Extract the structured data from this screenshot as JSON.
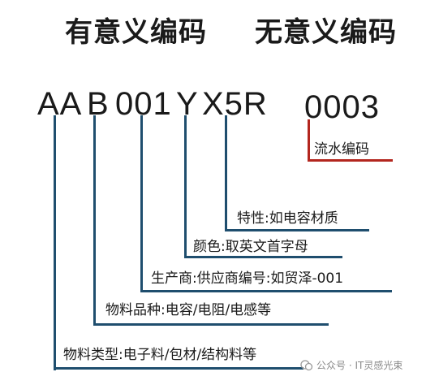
{
  "headers": {
    "meaningful": "有意义编码",
    "meaningless": "无意义编码"
  },
  "code_segments": {
    "material_type": "AA",
    "material_category": "B",
    "manufacturer": "001",
    "color": "Y",
    "property": "X5R",
    "serial": "0003"
  },
  "labels": {
    "serial": "流水编码",
    "property": "特性:如电容材质",
    "color": "颜色:取英文首字母",
    "manufacturer": "生产商:供应商编号:如贸泽-001",
    "material_category": "物料品种:电容/电阻/电感等",
    "material_type": "物料类型:电子料/包材/结构料等"
  },
  "colors": {
    "line": "#1f4e6e",
    "serial_line": "#b3261e"
  },
  "watermark": "公众号 · IT灵感光束"
}
